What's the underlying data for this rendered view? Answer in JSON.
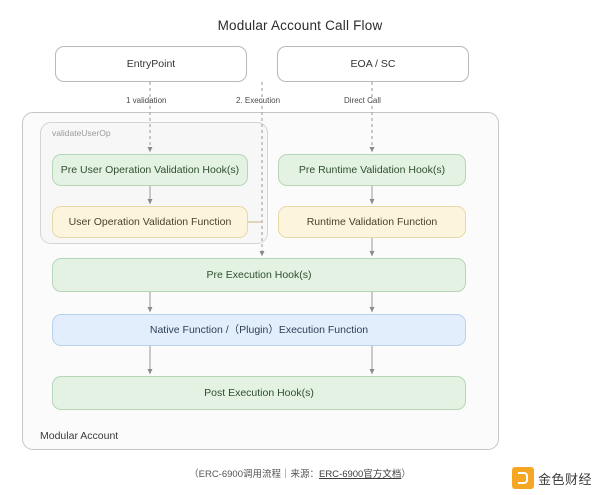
{
  "title": "Modular Account Call Flow",
  "diagram": {
    "top_nodes": [
      {
        "id": "entrypoint",
        "label": "EntryPoint"
      },
      {
        "id": "eoa-sc",
        "label": "EOA / SC"
      }
    ],
    "edge_labels": {
      "validation": "1 validation",
      "execution": "2. Execution",
      "direct_call": "Direct Call"
    },
    "container": {
      "label": "Modular Account",
      "inner_group_label": "validateUserOp"
    },
    "nodes": [
      {
        "id": "pre-user-op-validation-hooks",
        "label": "Pre User Operation Validation Hook(s)",
        "color": "green"
      },
      {
        "id": "user-op-validation-function",
        "label": "User Operation Validation Function",
        "color": "yellow"
      },
      {
        "id": "pre-runtime-validation-hooks",
        "label": "Pre Runtime Validation Hook(s)",
        "color": "green"
      },
      {
        "id": "runtime-validation-function",
        "label": "Runtime Validation Function",
        "color": "yellow"
      },
      {
        "id": "pre-execution-hooks",
        "label": "Pre Execution Hook(s)",
        "color": "green"
      },
      {
        "id": "native-function",
        "label": "Native Function /（Plugin）Execution Function",
        "color": "blue"
      },
      {
        "id": "post-execution-hooks",
        "label": "Post Execution Hook(s)",
        "color": "green"
      }
    ]
  },
  "caption": {
    "prefix": "（ERC-6900调用流程｜来源：",
    "link": "ERC-6900官方文档",
    "suffix": "）"
  },
  "watermark": {
    "text": "金色财经",
    "color": "#f5a623"
  }
}
